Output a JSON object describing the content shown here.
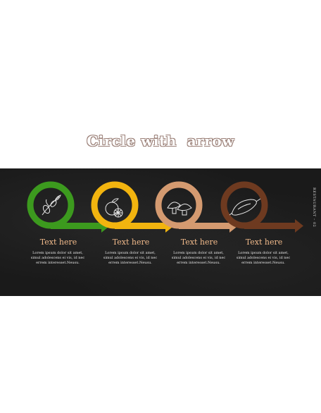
{
  "slide": {
    "title": "Circle with  arrow",
    "side_label": "RESTAURANT – 02"
  },
  "steps": [
    {
      "title": "Text here",
      "body": "Lorem ipsum dolor sit amet, simul adolescens ei vis, id nec errem interesset.Neusu.",
      "color": "#3c9a1e",
      "icon": "olive-branch-icon"
    },
    {
      "title": "Text here",
      "body": "Lorem ipsum dolor sit amet, simul adolescens ei vis, id nec errem interesset.Neusu.",
      "color": "#f2b40f",
      "icon": "orange-icon"
    },
    {
      "title": "Text here",
      "body": "Lorem ipsum dolor sit amet, simul adolescens ei vis, id nec errem interesset.Neusu.",
      "color": "#d49a70",
      "icon": "mushroom-icon"
    },
    {
      "title": "Text here",
      "body": "Lorem ipsum dolor sit amet, simul adolescens ei vis, id nec errem interesset.Neusu.",
      "color": "#6e3a20",
      "icon": "sweet-potato-icon"
    }
  ]
}
